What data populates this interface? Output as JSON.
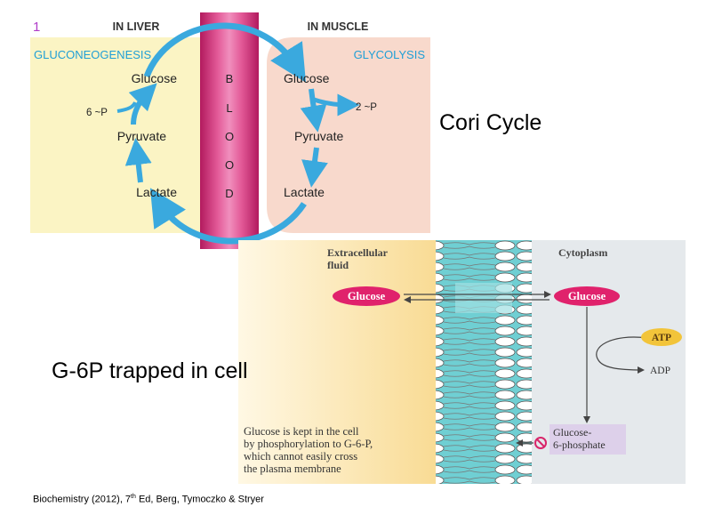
{
  "slide_number": "1",
  "cori": {
    "liver_header": "IN LIVER",
    "muscle_header": "IN MUSCLE",
    "liver_process": "GLUCONEOGENESIS",
    "muscle_process": "GLYCOLYSIS",
    "liver_glucose": "Glucose",
    "liver_pyruvate": "Pyruvate",
    "liver_lactate": "Lactate",
    "liver_energy": "6 ~P",
    "muscle_glucose": "Glucose",
    "muscle_pyruvate": "Pyruvate",
    "muscle_lactate": "Lactate",
    "muscle_energy": "2 ~P",
    "blood_letters": [
      "B",
      "L",
      "O",
      "O",
      "D"
    ],
    "title": "Cori Cycle"
  },
  "g6p": {
    "extracellular_label_1": "Extracellular",
    "extracellular_label_2": "fluid",
    "cytoplasm_label": "Cytoplasm",
    "glucose_out": "Glucose",
    "glucose_in": "Glucose",
    "atp": "ATP",
    "adp": "ADP",
    "g6p_line1": "Glucose-",
    "g6p_line2": "6-phosphate",
    "caption_lines": [
      "Glucose is kept in the cell",
      "by phosphorylation to G-6-P,",
      "which cannot easily cross",
      "the plasma membrane"
    ],
    "title": "G-6P trapped in cell"
  },
  "citation": {
    "prefix": "Biochemistry (2012), 7",
    "sup": "th",
    "suffix": " Ed, Berg, Tymoczko & Stryer"
  },
  "colors": {
    "liver_bg": "#fbf4c4",
    "muscle_bg": "#f8d9cc",
    "blood": "#d4307a",
    "arrow": "#3aa9de",
    "process_text": "#1f9fd6",
    "glucose_pill": "#e0226c",
    "atp_pill": "#f2c43a",
    "extracellular_bg": "#fbe7b8",
    "cytoplasm_bg": "#e5e9ec",
    "g6p_box": "#ddd0ea"
  }
}
